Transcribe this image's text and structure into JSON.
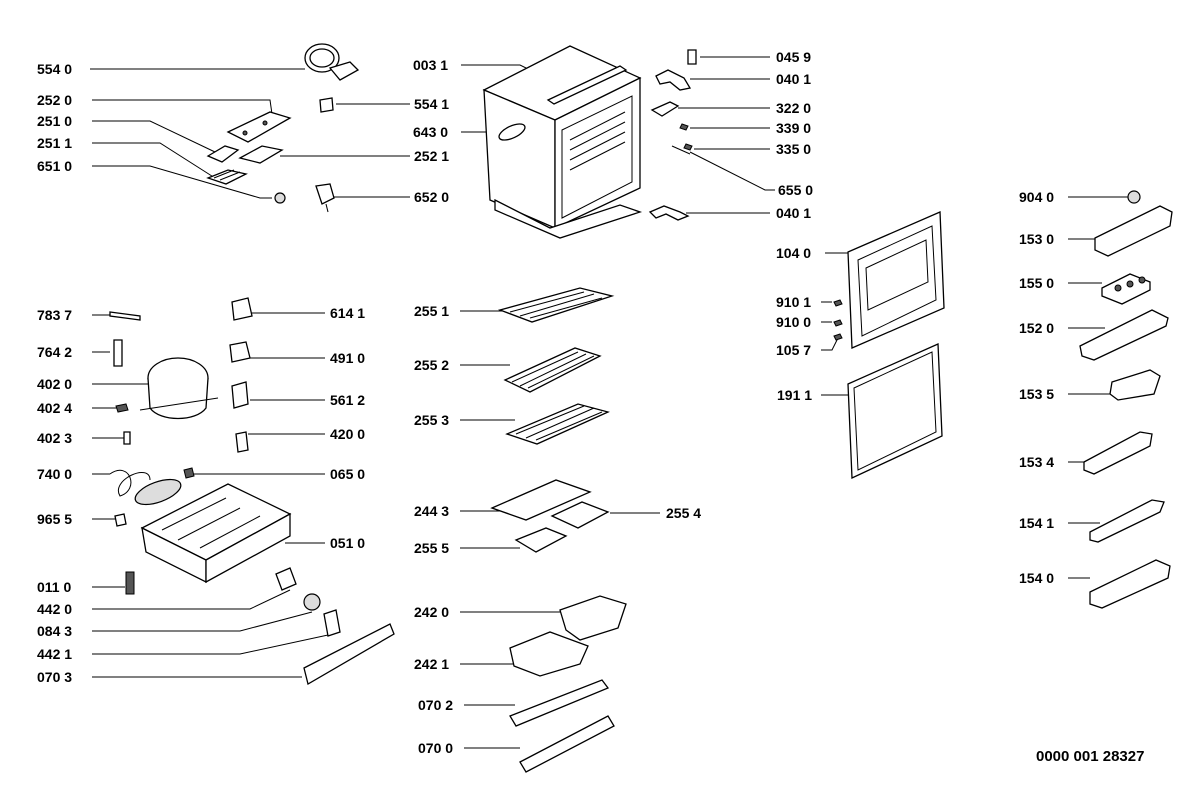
{
  "document_id": "0000 001 28327",
  "parts": [
    {
      "id": "p5540",
      "label": "554 0"
    },
    {
      "id": "p2520",
      "label": "252 0"
    },
    {
      "id": "p2510",
      "label": "251 0"
    },
    {
      "id": "p2511",
      "label": "251 1"
    },
    {
      "id": "p6510",
      "label": "651 0"
    },
    {
      "id": "p0031",
      "label": "003 1"
    },
    {
      "id": "p5541",
      "label": "554 1"
    },
    {
      "id": "p6430",
      "label": "643 0"
    },
    {
      "id": "p2521",
      "label": "252 1"
    },
    {
      "id": "p6520",
      "label": "652 0"
    },
    {
      "id": "p0459",
      "label": "045 9"
    },
    {
      "id": "p0401a",
      "label": "040 1"
    },
    {
      "id": "p3220",
      "label": "322 0"
    },
    {
      "id": "p3390",
      "label": "339 0"
    },
    {
      "id": "p3350",
      "label": "335 0"
    },
    {
      "id": "p6550",
      "label": "655 0"
    },
    {
      "id": "p0401b",
      "label": "040 1"
    },
    {
      "id": "p9040",
      "label": "904 0"
    },
    {
      "id": "p1530",
      "label": "153 0"
    },
    {
      "id": "p1040",
      "label": "104 0"
    },
    {
      "id": "p1550",
      "label": "155 0"
    },
    {
      "id": "p9101",
      "label": "910 1"
    },
    {
      "id": "p9100",
      "label": "910 0"
    },
    {
      "id": "p1520",
      "label": "152 0"
    },
    {
      "id": "p1057",
      "label": "105 7"
    },
    {
      "id": "p1911",
      "label": "191 1"
    },
    {
      "id": "p1535",
      "label": "153 5"
    },
    {
      "id": "p1534",
      "label": "153 4"
    },
    {
      "id": "p1541",
      "label": "154 1"
    },
    {
      "id": "p1540",
      "label": "154 0"
    },
    {
      "id": "p7837",
      "label": "783 7"
    },
    {
      "id": "p6141",
      "label": "614 1"
    },
    {
      "id": "p2551",
      "label": "255 1"
    },
    {
      "id": "p7642",
      "label": "764 2"
    },
    {
      "id": "p4910",
      "label": "491 0"
    },
    {
      "id": "p4020",
      "label": "402 0"
    },
    {
      "id": "p2552",
      "label": "255 2"
    },
    {
      "id": "p5612",
      "label": "561 2"
    },
    {
      "id": "p4024",
      "label": "402 4"
    },
    {
      "id": "p2553",
      "label": "255 3"
    },
    {
      "id": "p4023",
      "label": "402 3"
    },
    {
      "id": "p4200",
      "label": "420 0"
    },
    {
      "id": "p7400",
      "label": "740 0"
    },
    {
      "id": "p0650",
      "label": "065 0"
    },
    {
      "id": "p2443",
      "label": "244 3"
    },
    {
      "id": "p2554",
      "label": "255 4"
    },
    {
      "id": "p9655",
      "label": "965 5"
    },
    {
      "id": "p0510",
      "label": "051 0"
    },
    {
      "id": "p2555",
      "label": "255 5"
    },
    {
      "id": "p0110",
      "label": "011 0"
    },
    {
      "id": "p4420",
      "label": "442 0"
    },
    {
      "id": "p2420",
      "label": "242 0"
    },
    {
      "id": "p0843",
      "label": "084 3"
    },
    {
      "id": "p4421",
      "label": "442 1"
    },
    {
      "id": "p2421",
      "label": "242 1"
    },
    {
      "id": "p0703",
      "label": "070 3"
    },
    {
      "id": "p0702",
      "label": "070 2"
    },
    {
      "id": "p0700",
      "label": "070 0"
    }
  ]
}
